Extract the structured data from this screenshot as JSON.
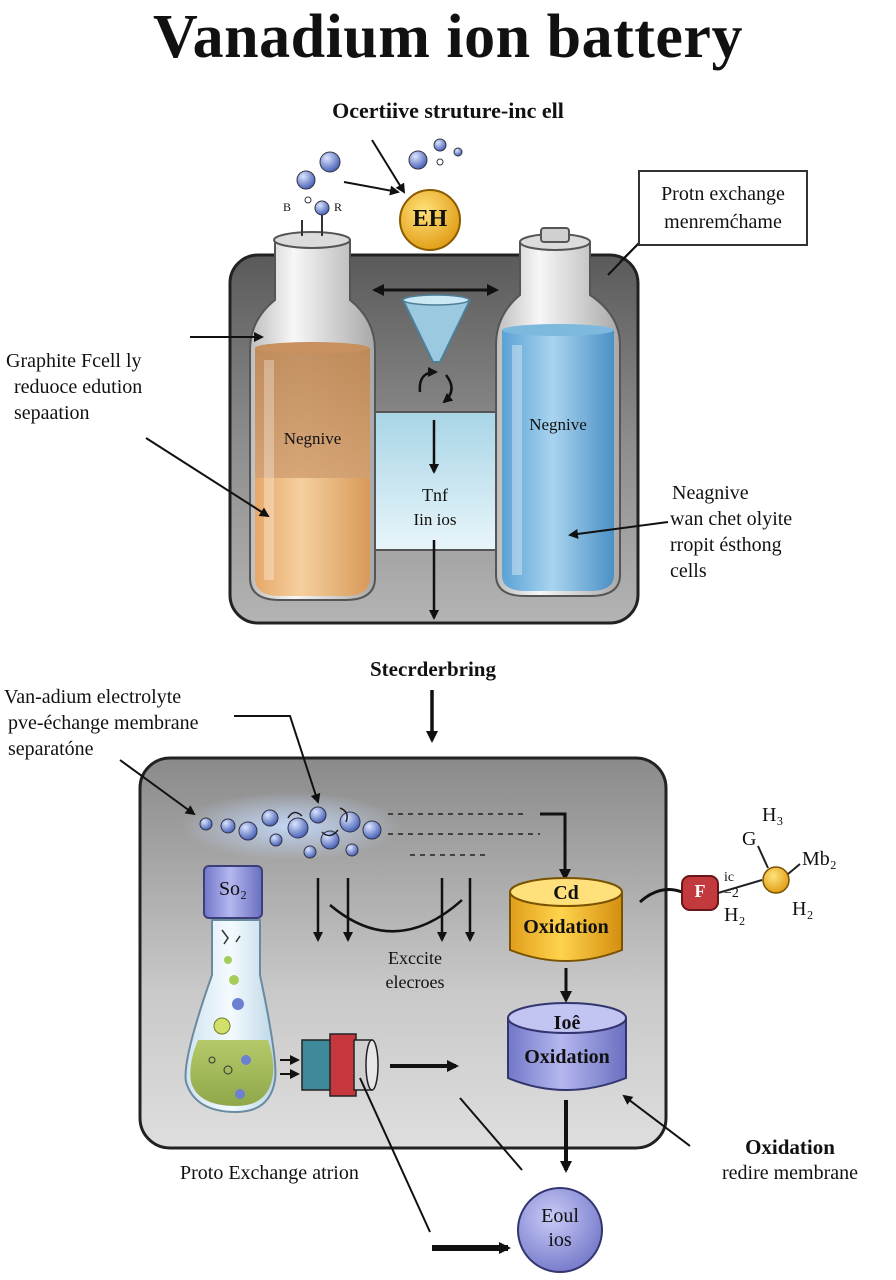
{
  "title": "Vanadium ion battery",
  "subtitle": "Ocertiive struture-inc ell",
  "top_cell": {
    "center_badge": "EH",
    "small_labels": [
      "B",
      "R"
    ],
    "left_tank_label": "Negnive",
    "right_tank_label": "Negnive",
    "middle_label_line1": "Tnf",
    "middle_label_line2": "Iin ios",
    "callout_box_line1": "Protn exchange",
    "callout_box_line2": "menremćhame",
    "left_note_line1": "Graphite Fcell ly",
    "left_note_line2": "reduoce edution",
    "left_note_line3": "sepaation",
    "right_note_line1": "Neagnive",
    "right_note_line2": "wan chet olyite",
    "right_note_line3": "rropit ésthong",
    "right_note_line4": "cells"
  },
  "connector_label": "Stecrderbring",
  "bottom_cell": {
    "left_note_line1": "Van-adium electrolyte",
    "left_note_line2": "pve-échange membrane",
    "left_note_line3": "separatóne",
    "flask_cap": "So₂",
    "excite_line1": "Exccite",
    "excite_line2": "elecroes",
    "cyl_top_line1": "Cd",
    "cyl_top_line2": "Oxidation",
    "cyl_mid_line1": "Ioê",
    "cyl_mid_line2": "Oxidation",
    "molecule_box": "F",
    "molecule_labels": [
      "H₃",
      "G",
      "Mb₂",
      "ic",
      "−2",
      "H₂",
      "H₂"
    ],
    "bottom_left_label": "Proto Exchange atrion",
    "bottom_right_line1": "Oxidation",
    "bottom_right_line2": "redire membrane",
    "sphere_line1": "Eoul",
    "sphere_line2": "ios"
  },
  "colors": {
    "housing": "#6e6e6e",
    "orange_fluid": "#e8b27a",
    "blue_fluid": "#7fb9e0",
    "gold": "#f0b429",
    "purple": "#8a8fd8"
  }
}
